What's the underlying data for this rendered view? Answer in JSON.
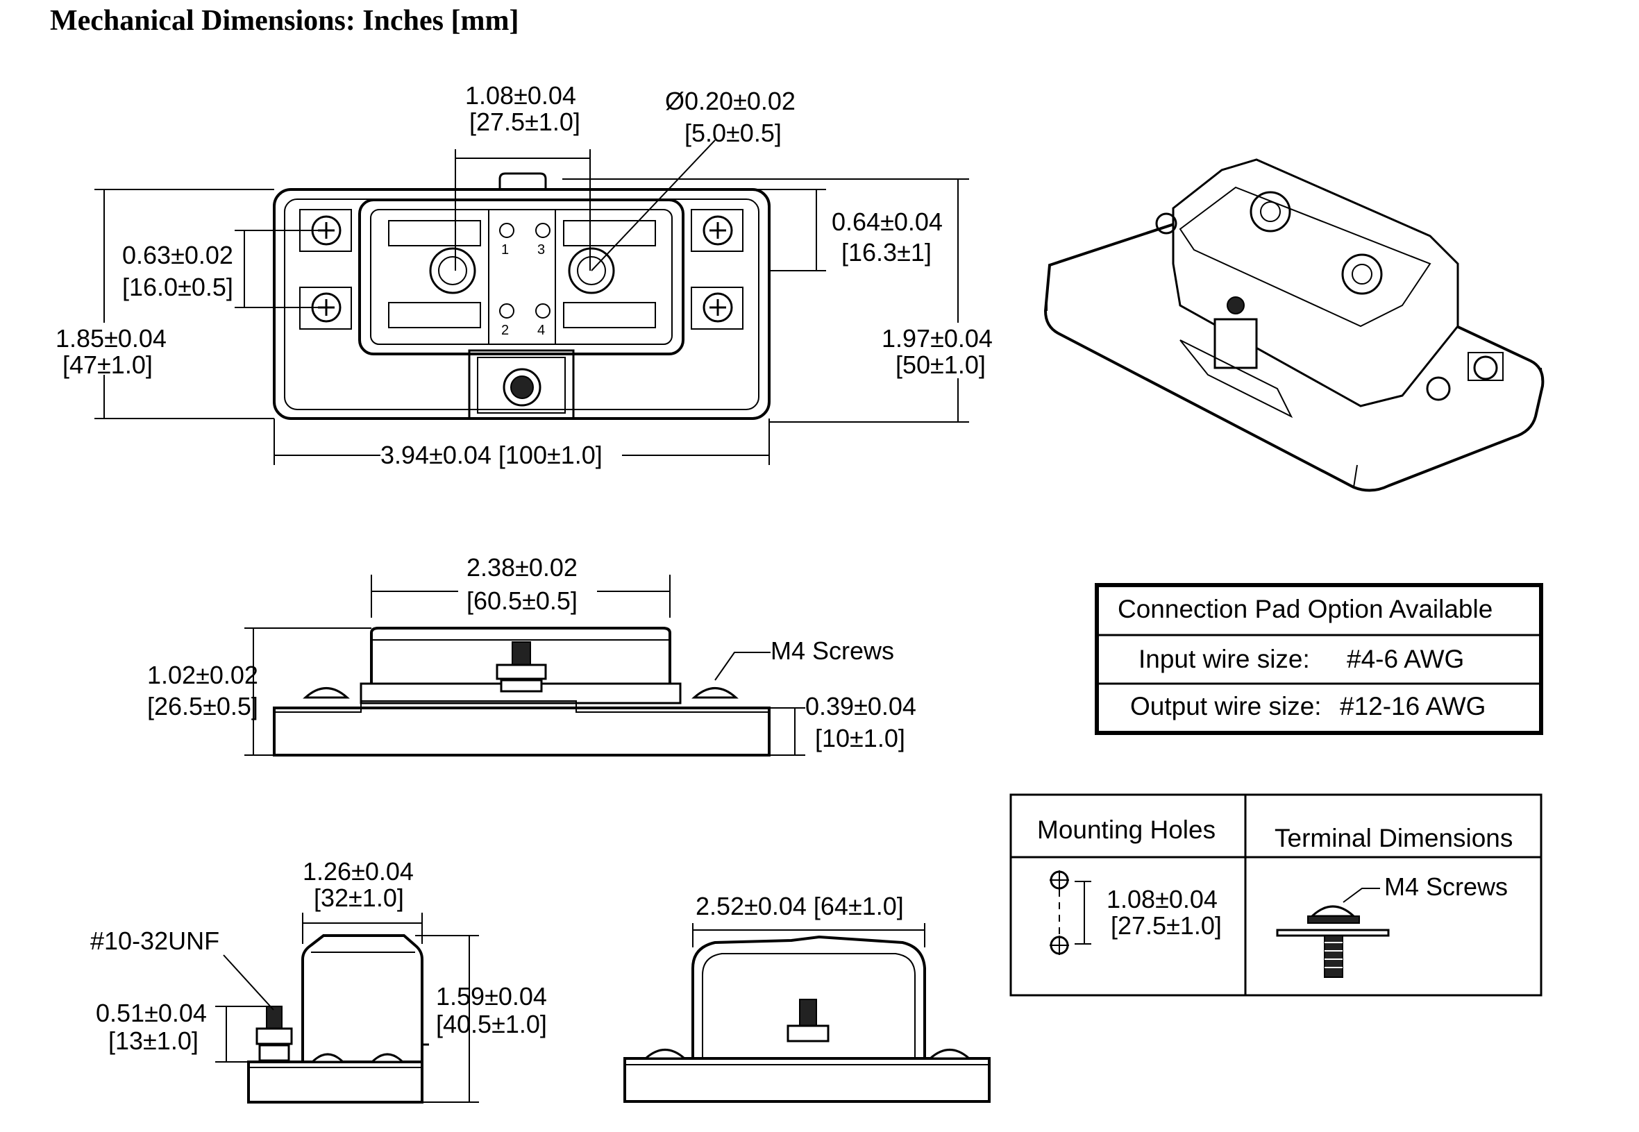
{
  "title": "Mechanical Dimensions:  Inches [mm]",
  "top_view": {
    "pitch_in": "1.08±0.04",
    "pitch_mm": "[27.5±1.0]",
    "hole_in": "Ø0.20±0.02",
    "hole_mm": "[5.0±0.5]",
    "screw_spacing_in": "0.63±0.02",
    "screw_spacing_mm": "[16.0±0.5]",
    "height_in": "1.85±0.04",
    "height_mm": "[47±1.0]",
    "right_spacing_in": "0.64±0.04",
    "right_spacing_mm": "[16.3±1]",
    "total_height_in": "1.97±0.04",
    "total_height_mm": "[50±1.0]",
    "width": "3.94±0.04 [100±1.0]",
    "slot_labels": [
      "1",
      "3",
      "2",
      "4"
    ]
  },
  "side_view": {
    "cover_width_in": "2.38±0.02",
    "cover_width_mm": "[60.5±0.5]",
    "height_in": "1.02±0.02",
    "height_mm": "[26.5±0.5]",
    "screw_label": "M4 Screws",
    "base_height_in": "0.39±0.04",
    "base_height_mm": "[10±1.0]"
  },
  "end_view": {
    "width_in": "1.26±0.04",
    "width_mm": "[32±1.0]",
    "stud_label": "#10-32UNF",
    "stud_height_in": "0.51±0.04",
    "stud_height_mm": "[13±1.0]",
    "height_in": "1.59±0.04",
    "height_mm": "[40.5±1.0]"
  },
  "front_view": {
    "width": "2.52±0.04 [64±1.0]"
  },
  "connection_table": {
    "title": "Connection Pad Option Available",
    "input_label": "Input wire size:",
    "input_value": "#4-6 AWG",
    "output_label": "Output wire size:",
    "output_value": "#12-16 AWG"
  },
  "mounting_table": {
    "col1_header": "Mounting Holes",
    "col2_header": "Terminal Dimensions",
    "hole_spacing_in": "1.08±0.04",
    "hole_spacing_mm": "[27.5±1.0]",
    "terminal_label": "M4 Screws"
  }
}
